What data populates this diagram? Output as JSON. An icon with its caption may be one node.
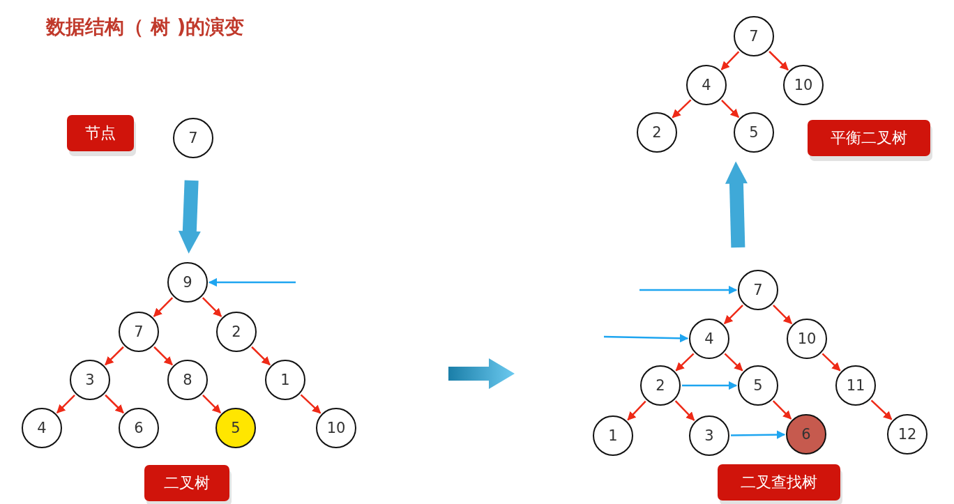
{
  "diagram": {
    "title": "数据结构（ 树 )的演变",
    "nodes": [
      {
        "text": [
          "节点"
        ]
      },
      {
        "text": [
          "7"
        ]
      },
      {
        "text": [
          "9"
        ]
      },
      {
        "text": [
          "7"
        ]
      },
      {
        "text": [
          "2"
        ]
      },
      {
        "text": [
          "3"
        ]
      },
      {
        "text": [
          "8"
        ]
      },
      {
        "text": [
          "1"
        ]
      },
      {
        "text": [
          "4"
        ]
      },
      {
        "text": [
          "6"
        ]
      },
      {
        "text": [
          "5"
        ]
      },
      {
        "text": [
          "10"
        ]
      },
      {
        "text": [
          "二叉树"
        ]
      },
      {
        "text": [
          "7"
        ]
      },
      {
        "text": [
          "4"
        ]
      },
      {
        "text": [
          "10"
        ]
      },
      {
        "text": [
          "2"
        ]
      },
      {
        "text": [
          "5"
        ]
      },
      {
        "text": [
          "11"
        ]
      },
      {
        "text": [
          "1"
        ]
      },
      {
        "text": [
          "3"
        ]
      },
      {
        "text": [
          "6"
        ]
      },
      {
        "text": [
          "12"
        ]
      },
      {
        "text": [
          "二叉查找树"
        ]
      },
      {
        "text": [
          "7"
        ]
      },
      {
        "text": [
          "4"
        ]
      },
      {
        "text": [
          "10"
        ]
      },
      {
        "text": [
          "2"
        ]
      },
      {
        "text": [
          "5"
        ]
      },
      {
        "text": [
          "平衡二叉树"
        ]
      }
    ],
    "edges": [
      {
        "from": 1,
        "to": 2,
        "arrow": "to",
        "style": "thick",
        "color": "#3fa9d8"
      },
      {
        "from": 2,
        "to": 3,
        "arrow": "to"
      },
      {
        "from": 2,
        "to": 4,
        "arrow": "to"
      },
      {
        "from": 3,
        "to": 5,
        "arrow": "to"
      },
      {
        "from": 3,
        "to": 6,
        "arrow": "to"
      },
      {
        "from": 4,
        "to": 7,
        "arrow": "to"
      },
      {
        "from": 5,
        "to": 8,
        "arrow": "to"
      },
      {
        "from": 5,
        "to": 9,
        "arrow": "to"
      },
      {
        "from": 6,
        "to": 10,
        "arrow": "to"
      },
      {
        "from": 7,
        "to": 11,
        "arrow": "to"
      },
      {
        "from": null,
        "to": 2,
        "arrow": "to",
        "color": "#1ea5f0"
      },
      {
        "from": 13,
        "to": 14,
        "arrow": "to"
      },
      {
        "from": 13,
        "to": 15,
        "arrow": "to"
      },
      {
        "from": 14,
        "to": 16,
        "arrow": "to"
      },
      {
        "from": 14,
        "to": 17,
        "arrow": "to"
      },
      {
        "from": 15,
        "to": 18,
        "arrow": "to"
      },
      {
        "from": 16,
        "to": 19,
        "arrow": "to"
      },
      {
        "from": 16,
        "to": 20,
        "arrow": "to"
      },
      {
        "from": 17,
        "to": 21,
        "arrow": "to"
      },
      {
        "from": 18,
        "to": 22,
        "arrow": "to"
      },
      {
        "from": null,
        "to": 13,
        "arrow": "to",
        "color": "#1ea5f0"
      },
      {
        "from": null,
        "to": 14,
        "arrow": "to",
        "color": "#1ea5f0"
      },
      {
        "from": 16,
        "to": 17,
        "arrow": "to",
        "color": "#1ea5f0"
      },
      {
        "from": 20,
        "to": 21,
        "arrow": "to",
        "color": "#1ea5f0"
      },
      {
        "from": 13,
        "to": 28,
        "arrow": "to",
        "style": "thick",
        "color": "#3fa9d8"
      },
      {
        "from": 24,
        "to": 25,
        "arrow": "to"
      },
      {
        "from": 24,
        "to": 26,
        "arrow": "to"
      },
      {
        "from": 25,
        "to": 27,
        "arrow": "to"
      },
      {
        "from": 25,
        "to": 28,
        "arrow": "to"
      }
    ]
  }
}
